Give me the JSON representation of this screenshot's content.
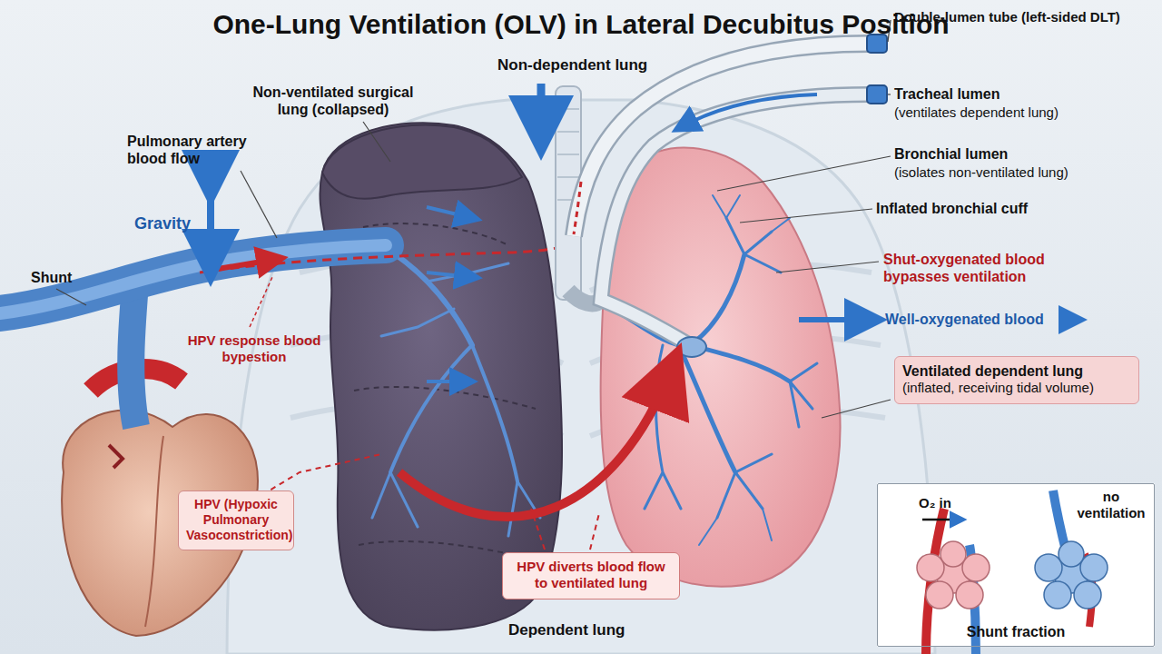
{
  "diagram": {
    "title": "One-Lung Ventilation (OLV) in Lateral Decubitus Position",
    "nodes": [
      {
        "text": [
          "HPV (Hypoxic Pulmonary Vasoconstriction)"
        ]
      },
      {
        "text": [
          "HPV diverts blood flow to ventilated lung"
        ]
      },
      {
        "text": [
          "Ventilated dependent lung",
          "(inflated, receiving tidal volume)"
        ]
      },
      {
        "text": [
          "Shunt fraction"
        ]
      }
    ],
    "labels": [
      "Non-dependent lung",
      "Non-ventilated surgical lung (collapsed)",
      "Pulmonary artery blood flow",
      "Gravity",
      "Shunt",
      "HPV response blood bypestion",
      "Dependent lung",
      "Double-lumen tube (left-sided DLT)",
      "Tracheal lumen",
      "(ventilates dependent lung)",
      "Bronchial lumen",
      "(isolates non-ventilated lung)",
      "Inflated bronchial cuff",
      "Shut-oxygenated blood bypasses ventilation",
      "Well-oxygenated blood",
      "O₂ in",
      "no ventilation"
    ]
  }
}
